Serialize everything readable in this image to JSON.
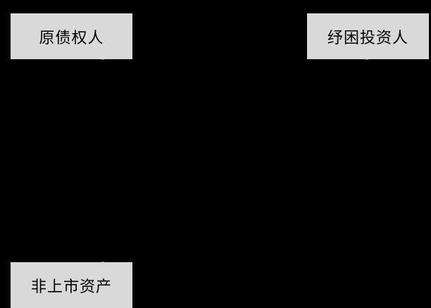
{
  "colors": {
    "background": "#000000",
    "node_fill": "#d9d9d9",
    "node_text": "#000000",
    "connector": "#5a5a5a"
  },
  "nodes": {
    "original_creditor": {
      "label": "原债权人"
    },
    "bailout_investor": {
      "label": "纾困投资人"
    },
    "unlisted_asset": {
      "label": "非上市资产"
    }
  }
}
